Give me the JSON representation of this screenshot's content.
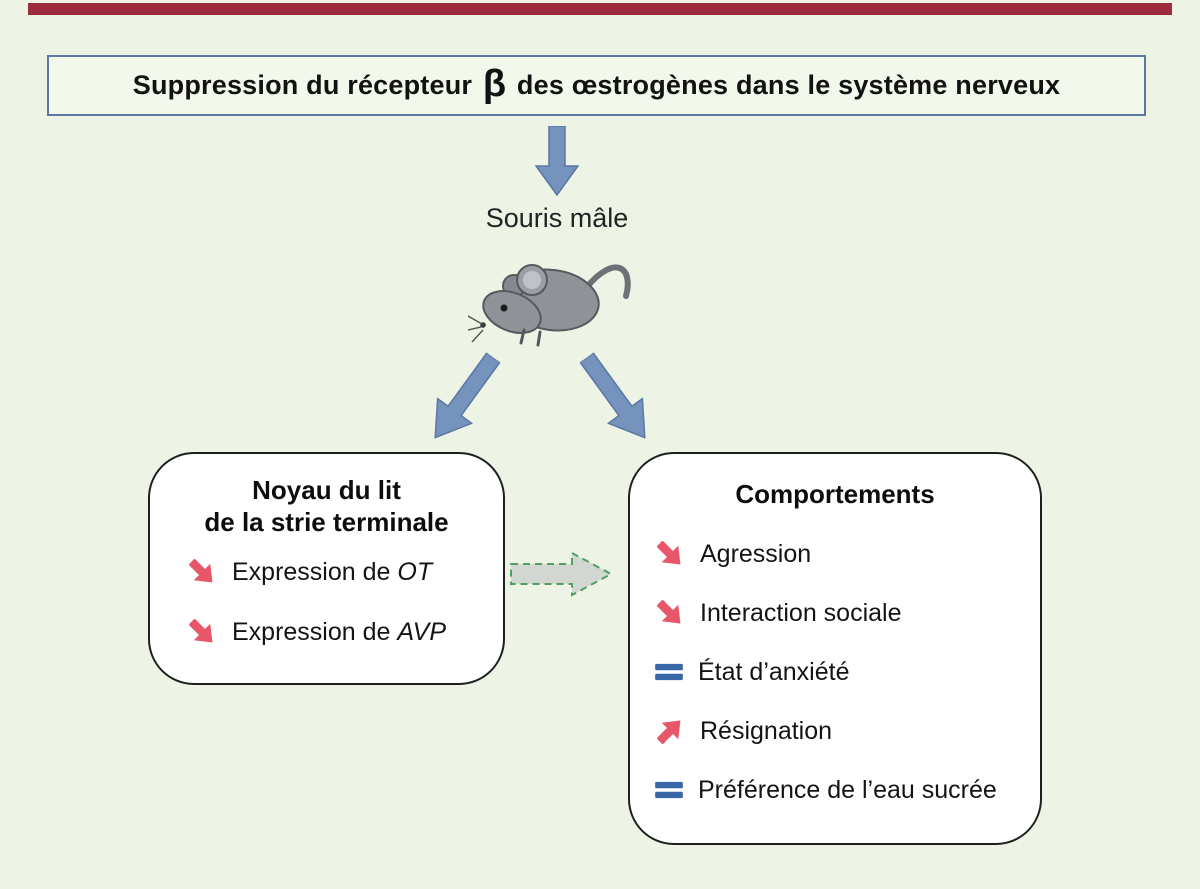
{
  "colors": {
    "accent_bar": "#9e2a3e",
    "background": "#edf4e6",
    "change_red": "#e8566a",
    "equal_blue": "#3a67a8",
    "flow_arrow_blue": "#7693bd",
    "dashed_arrow_green": "#4f9f63"
  },
  "title": {
    "before_beta": "Suppression du récepteur ",
    "beta": "β",
    "after_beta": " des œstrogènes dans le système nerveux"
  },
  "mouse": {
    "label": "Souris mâle"
  },
  "left_box": {
    "title_line1": "Noyau du lit",
    "title_line2": "de la strie terminale",
    "items": [
      {
        "direction": "decrease",
        "prefix": "Expression de ",
        "gene": "OT"
      },
      {
        "direction": "decrease",
        "prefix": "Expression de ",
        "gene": "AVP"
      }
    ]
  },
  "right_box": {
    "title": "Comportements",
    "items": [
      {
        "direction": "decrease",
        "label": "Agression"
      },
      {
        "direction": "decrease",
        "label": "Interaction sociale"
      },
      {
        "direction": "equal",
        "label": "État d’anxiété"
      },
      {
        "direction": "increase",
        "label": "Résignation"
      },
      {
        "direction": "equal",
        "label": "Préférence de l’eau sucrée"
      }
    ]
  }
}
